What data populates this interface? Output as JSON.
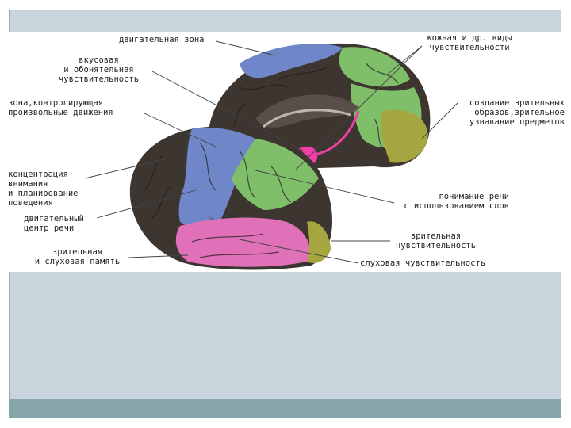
{
  "diagram": {
    "labels": {
      "motor_zone": "двигательная зона",
      "skin_sensitivity": "кожная и др. виды\nчувствительности",
      "taste_smell": "вкусовая\nи обонятельная\nчувствительность",
      "voluntary_movement": "зона,контролирующая\nпроизвольные движения",
      "visual_images": "создание зрительных\nобразов,зрительное\nузнавание предметов",
      "attention_planning": "концентрация\nвнимания\nи планирование\nповедения",
      "speech_understanding": "понимание речи\nс использованием слов",
      "motor_speech": "двигательный\nцентр речи",
      "visual_sensitivity": "зрительная\nчувствительность",
      "visual_auditory_memory": "зрительная\nи слуховая память",
      "auditory_sensitivity": "слуховая чувствительность"
    }
  },
  "colors": {
    "slide_bg": "#c9d5dc",
    "footer": "#87a6ab",
    "cortex_dark": "#3d3530",
    "motor_blue": "#6f86c8",
    "sensory_green": "#7fbf6a",
    "auditory_pink": "#e070b8",
    "visual_olive": "#a6a640",
    "limbic_magenta": "#ee3fa5"
  }
}
